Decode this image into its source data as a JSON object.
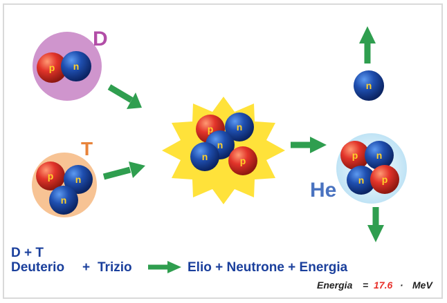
{
  "labels": {
    "deuterium": "D",
    "tritium": "T",
    "helium": "He"
  },
  "particles": {
    "proton": "p",
    "neutron": "n"
  },
  "equation": {
    "line1": "D + T",
    "deuterio": "Deuterio",
    "plus1": "+",
    "trizio": "Trizio",
    "products": "Elio + Neutrone +  Energia"
  },
  "energy": {
    "label": "Energia",
    "equals": "=",
    "value": "17.6",
    "sep": "·",
    "unit": "MeV"
  },
  "colors": {
    "proton": "#e2342a",
    "neutron": "#1f4fb0",
    "arrow": "#2f9e4f",
    "deuterium_halo": "#cf95cd",
    "tritium_halo": "#f7c394",
    "helium_halo": "#bfe3f5",
    "burst": "#ffe23a",
    "text": "#1a3f9c"
  }
}
